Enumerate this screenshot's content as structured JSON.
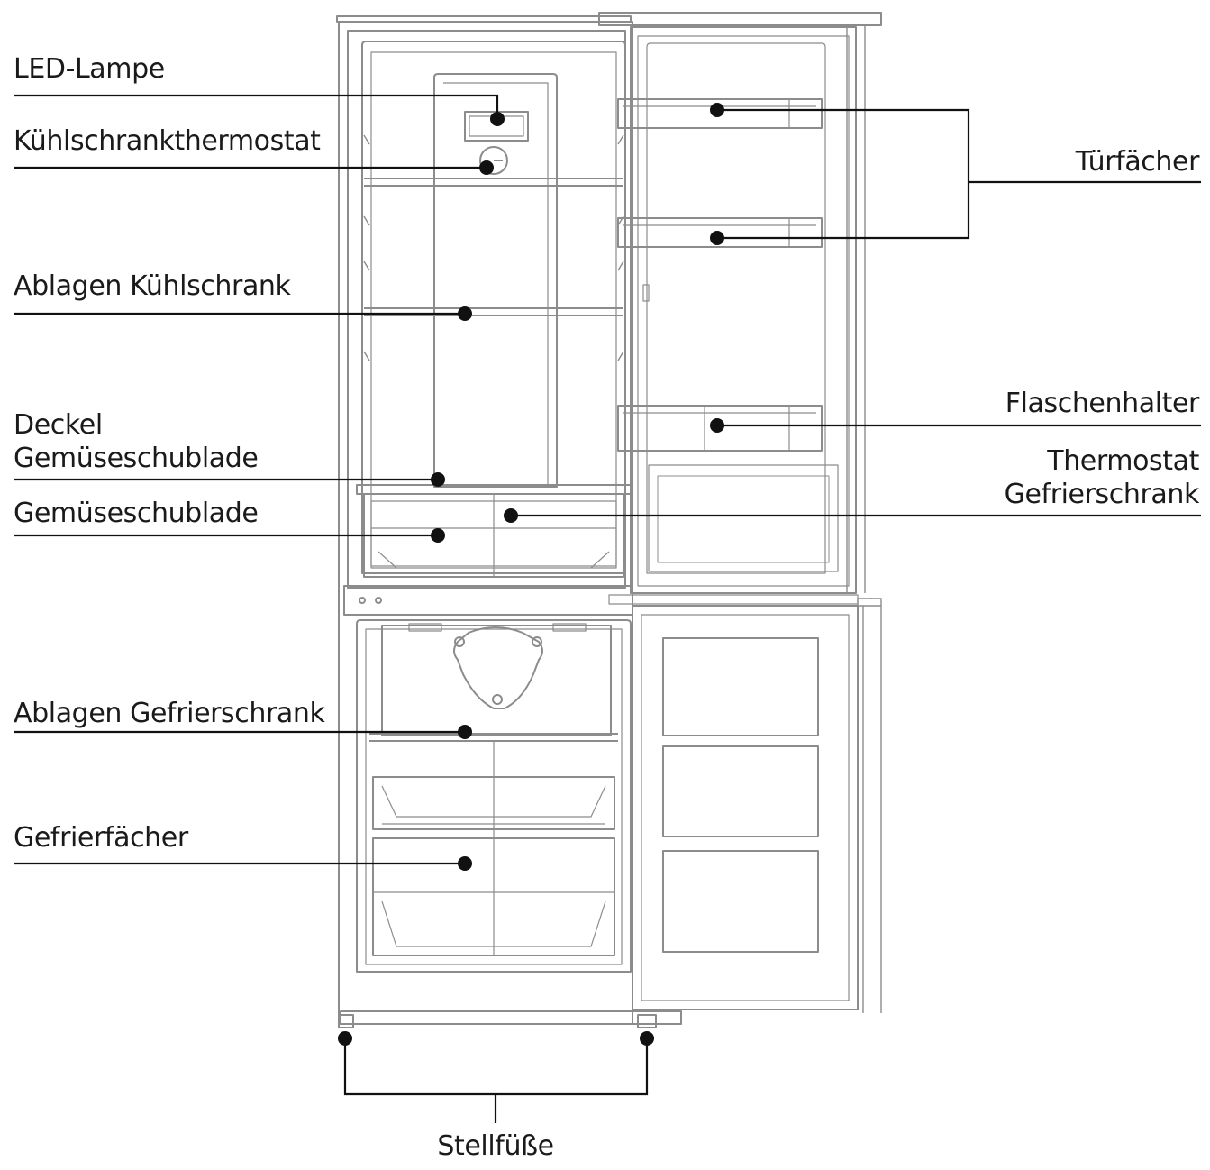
{
  "labels": {
    "led_lampe": "LED-Lampe",
    "kuehlschrankthermostat": "Kühlschrankthermostat",
    "ablagen_kuehlschrank": "Ablagen Kühlschrank",
    "deckel_line1": "Deckel",
    "deckel_line2": "Gemüseschublade",
    "gemueseschublade": "Gemüseschublade",
    "ablagen_gefrierschrank": "Ablagen Gefrierschrank",
    "gefrierfaecher": "Gefrierfächer",
    "tuerfaecher": "Türfächer",
    "flaschenhalter": "Flaschenhalter",
    "thermostat_line1": "Thermostat",
    "thermostat_line2": "Gefrierschrank",
    "stellfuesse": "Stellfüße"
  },
  "colors": {
    "background": "#ffffff",
    "drawing_line": "#8c8c8c",
    "callout_line": "#111111",
    "text": "#1a1a1a"
  }
}
